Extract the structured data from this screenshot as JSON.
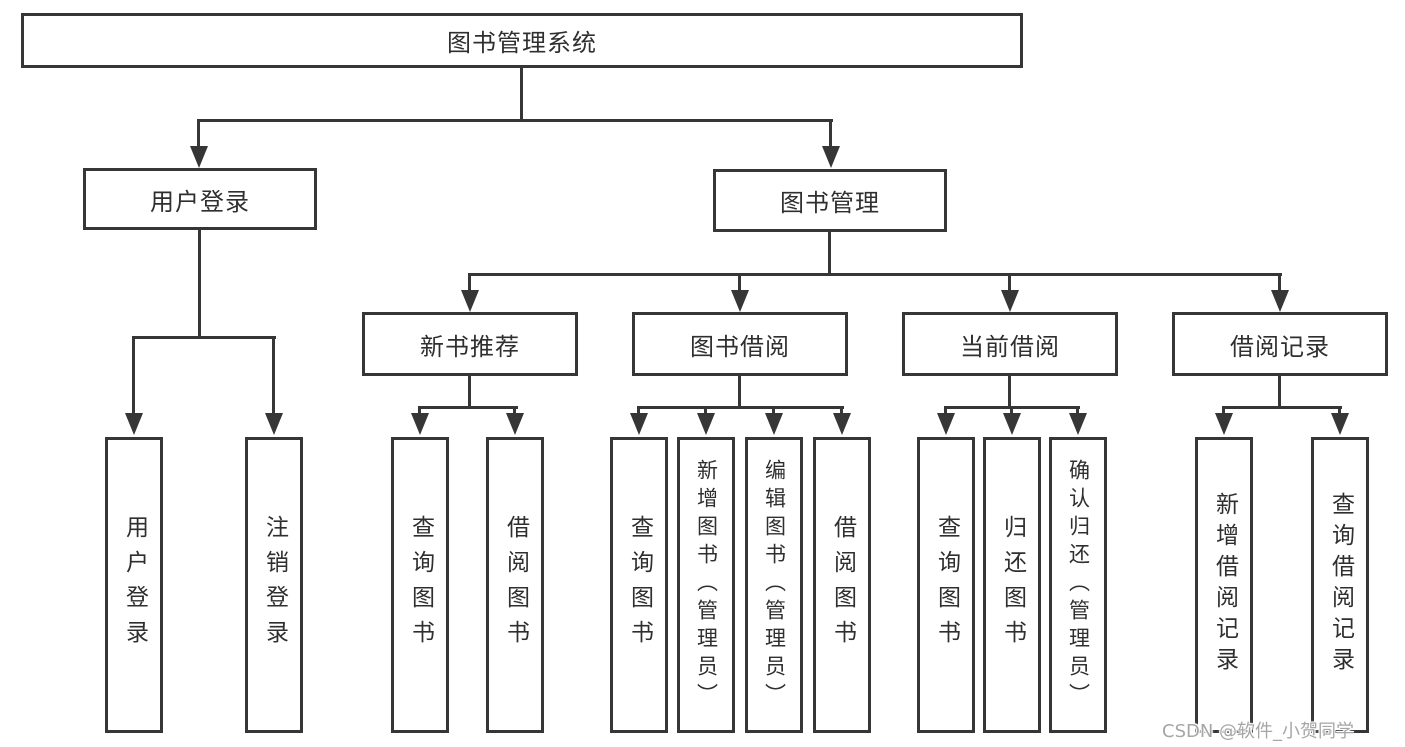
{
  "diagram": {
    "title_node": "图书管理系统",
    "branches": {
      "user_login": "用户登录",
      "book_management": "图书管理"
    },
    "modules": {
      "new_book_recommend": "新书推荐",
      "book_borrow": "图书借阅",
      "current_borrow": "当前借阅",
      "borrow_record": "借阅记录"
    },
    "leaves": {
      "user_login": "用户登录",
      "logout": "注销登录",
      "nbr_query_books": "查询图书",
      "nbr_borrow_books": "借阅图书",
      "bb_query_books": "查询图书",
      "bb_add_books_admin": "新增图书（管理员）",
      "bb_edit_books_admin": "编辑图书（管理员）",
      "bb_borrow_books": "借阅图书",
      "cb_query_books": "查询图书",
      "cb_return_books": "归还图书",
      "cb_confirm_return_admin": "确认归还（管理员）",
      "br_add_record": "新增借阅记录",
      "br_query_record": "查询借阅记录"
    }
  },
  "watermark": "CSDN @软件_小贺同学",
  "colors": {
    "background": "#ffffff",
    "line": "#363636",
    "box_border": "#363636",
    "text": "#2f2f2f",
    "watermark_text": "#a6a6a6"
  }
}
